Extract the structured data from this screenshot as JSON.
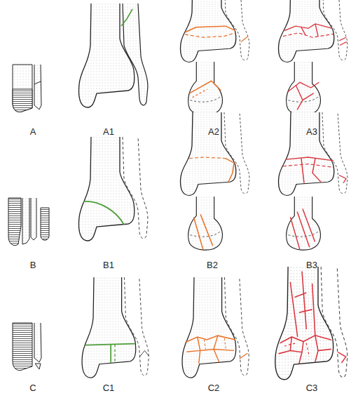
{
  "diagram": {
    "labels": [
      "A",
      "A1",
      "A2",
      "A3",
      "B",
      "B1",
      "B2",
      "B3",
      "C",
      "C1",
      "C2",
      "C3"
    ]
  }
}
